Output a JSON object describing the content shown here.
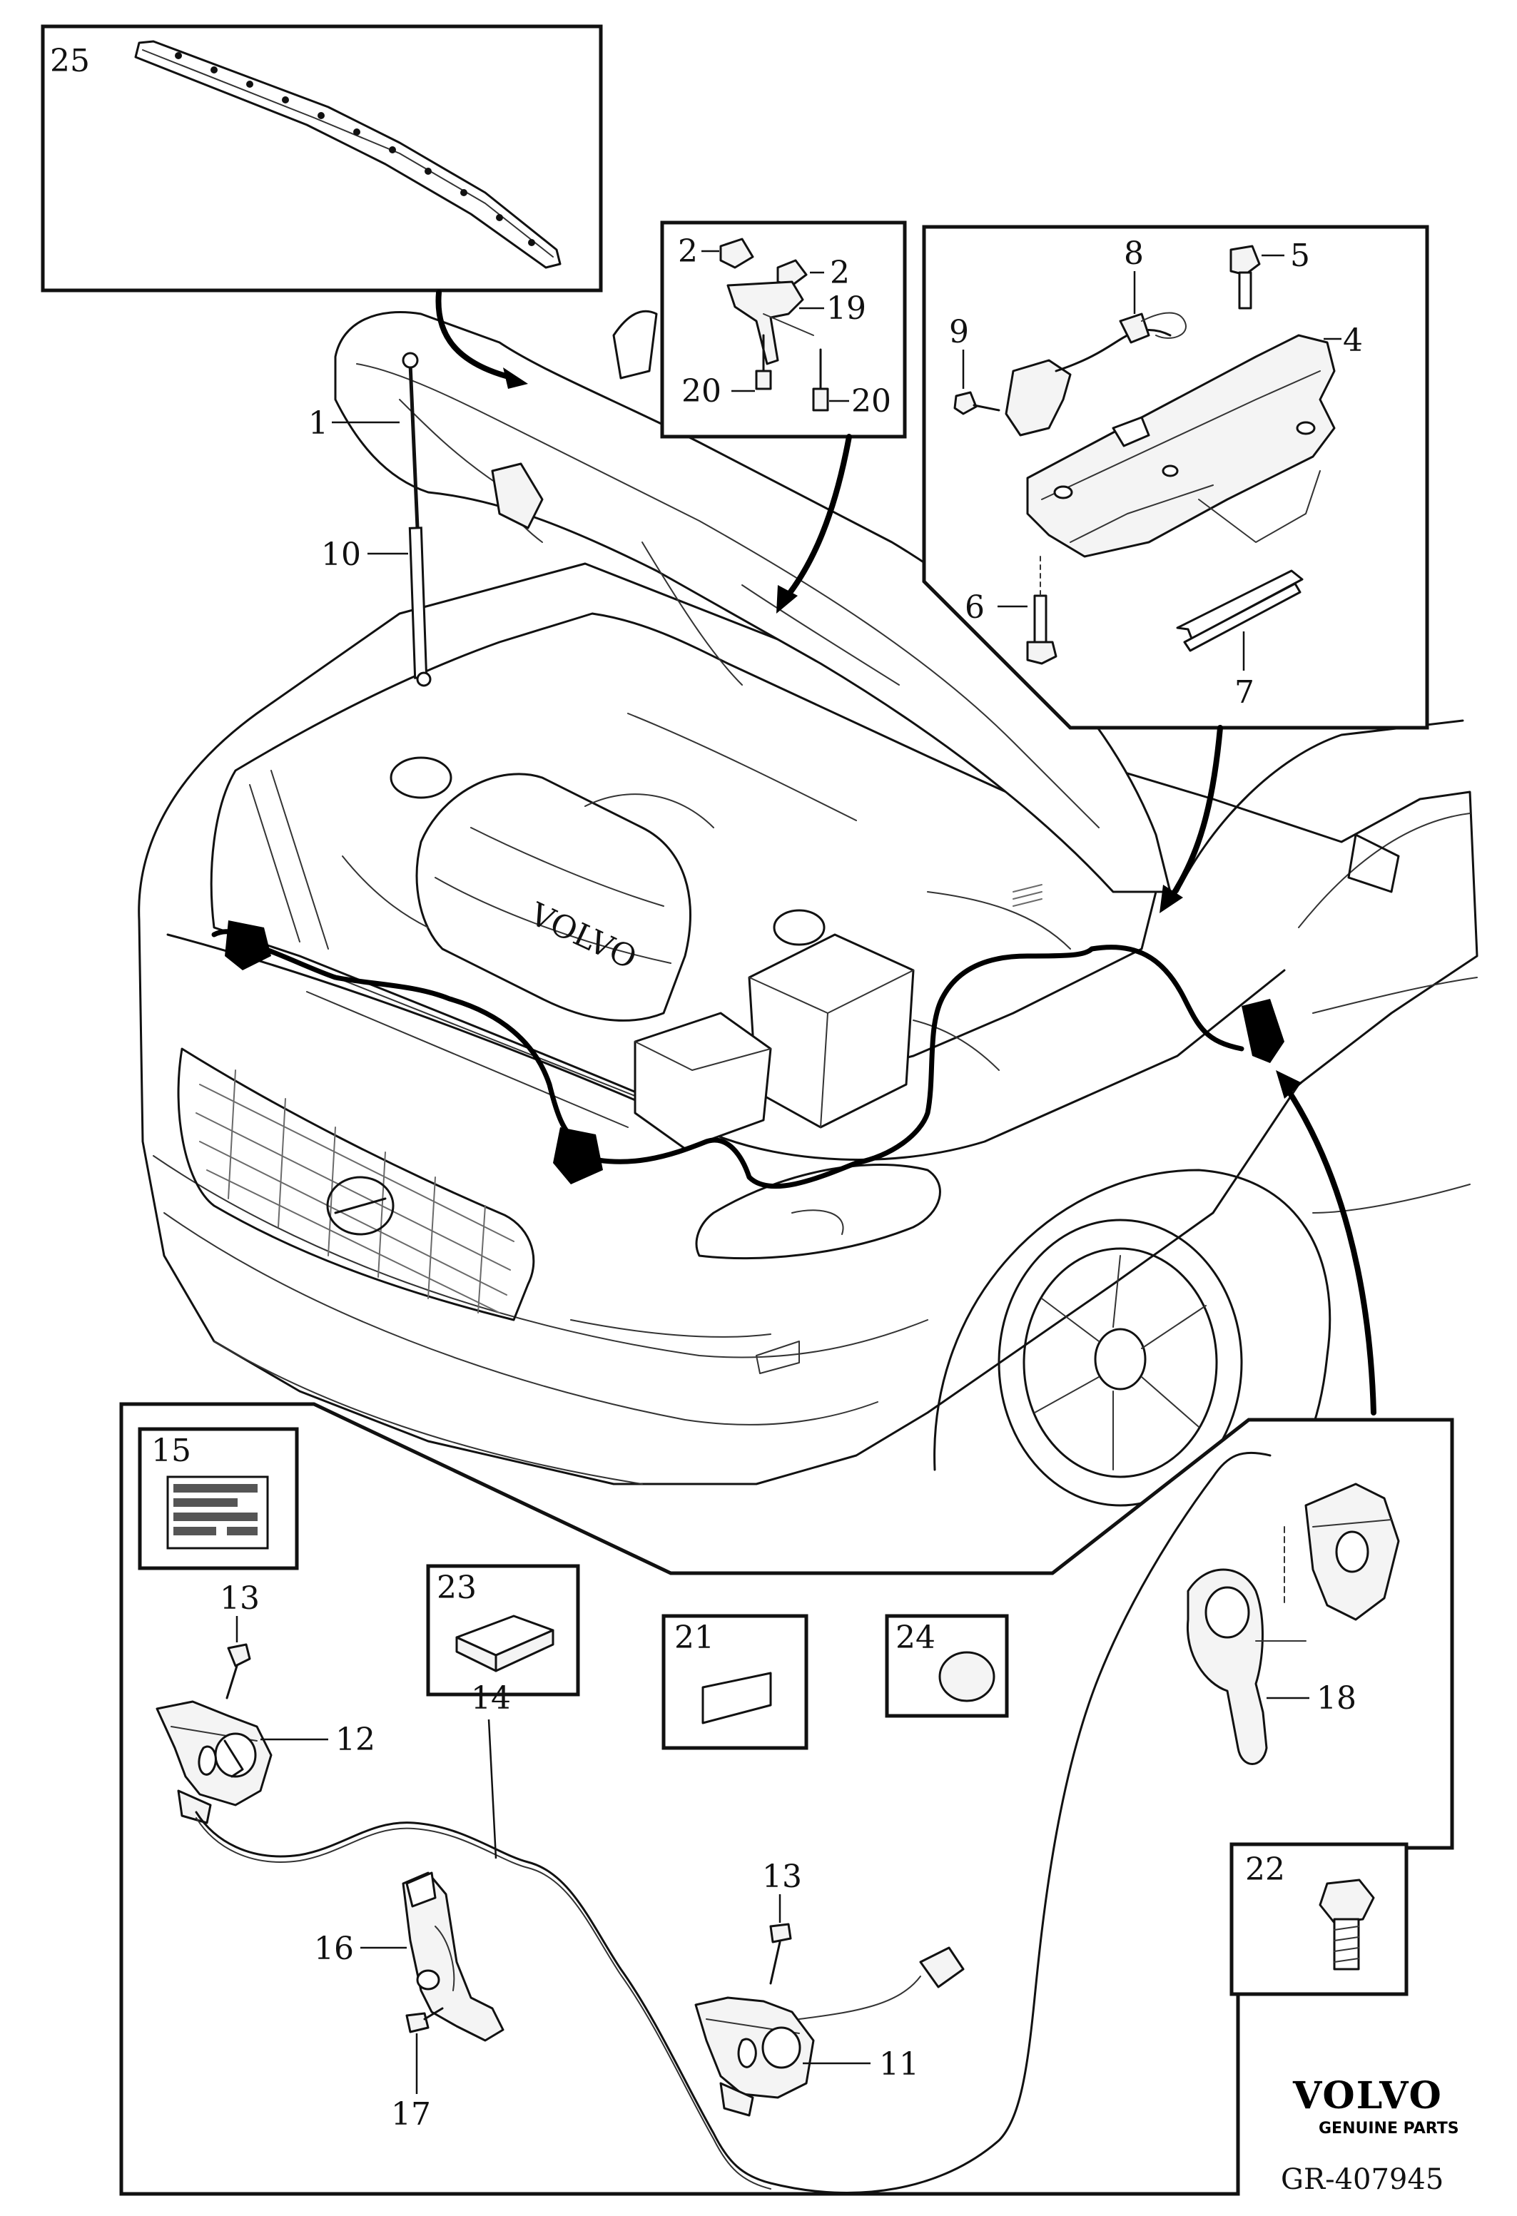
{
  "diagram": {
    "callouts": {
      "c1": "1",
      "c2a": "2",
      "c2b": "2",
      "c4": "4",
      "c5": "5",
      "c6": "6",
      "c7": "7",
      "c8": "8",
      "c9": "9",
      "c10": "10",
      "c11": "11",
      "c12": "12",
      "c13a": "13",
      "c13b": "13",
      "c14": "14",
      "c15": "15",
      "c16": "16",
      "c17": "17",
      "c18": "18",
      "c19": "19",
      "c20a": "20",
      "c20b": "20",
      "c21": "21",
      "c22": "22",
      "c23": "23",
      "c24": "24",
      "c25": "25"
    },
    "engine_cover_text": "VOLVO"
  },
  "branding": {
    "logo_text": "VOLVO",
    "logo_subtext": "GENUINE PARTS",
    "document_number": "GR-407945"
  }
}
